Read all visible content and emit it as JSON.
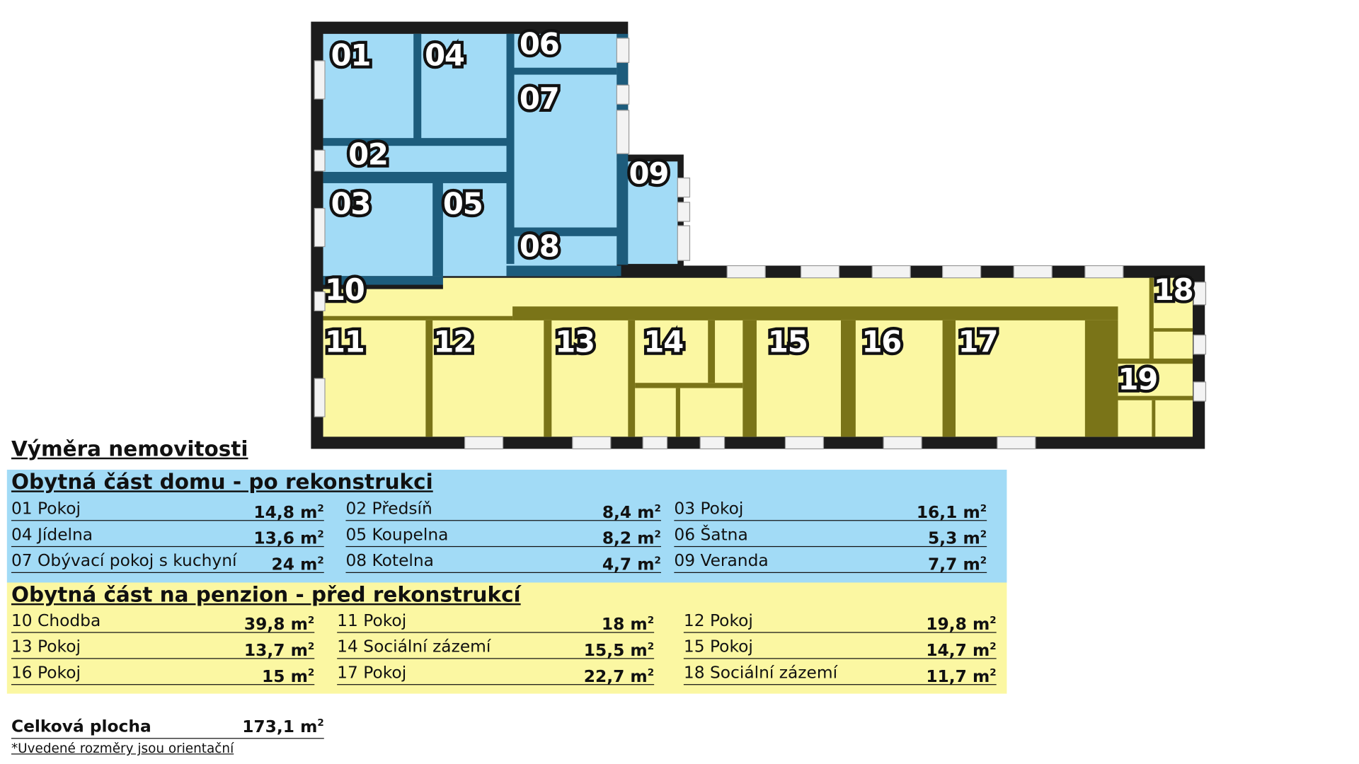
{
  "plan": {
    "colors": {
      "wall": "#1c1c1c",
      "blue": "#a2dbf6",
      "blue_wall": "#1d5c7c",
      "yellow": "#fbf7a2",
      "yellow_wall": "#7a7418",
      "frame": "#f3f3f3"
    },
    "room_labels": [
      "01",
      "02",
      "03",
      "04",
      "05",
      "06",
      "07",
      "08",
      "09",
      "10",
      "11",
      "12",
      "13",
      "14",
      "15",
      "16",
      "17",
      "18",
      "19"
    ]
  },
  "heading": "Výměra nemovitosti",
  "sections": [
    {
      "title": "Obytná část domu - po rekonstrukci",
      "rows": [
        [
          {
            "label": "01 Pokoj",
            "value": "14,8 m",
            "sup": "2"
          },
          {
            "label": "02 Předsíň",
            "value": "8,4 m",
            "sup": "2"
          },
          {
            "label": "03 Pokoj",
            "value": "16,1 m",
            "sup": "2"
          }
        ],
        [
          {
            "label": "04 Jídelna",
            "value": "13,6 m",
            "sup": "2"
          },
          {
            "label": "05 Koupelna",
            "value": "8,2 m",
            "sup": "2"
          },
          {
            "label": "06 Šatna",
            "value": "5,3 m",
            "sup": "2"
          }
        ],
        [
          {
            "label": "07 Obývací pokoj s kuchyní",
            "value": "24 m",
            "sup": "2"
          },
          {
            "label": "08 Kotelna",
            "value": "4,7 m",
            "sup": "2"
          },
          {
            "label": "09 Veranda",
            "value": "7,7 m",
            "sup": "2"
          }
        ]
      ]
    },
    {
      "title": "Obytná část na penzion - před rekonstrukcí",
      "rows": [
        [
          {
            "label": "10 Chodba",
            "value": "39,8 m",
            "sup": "2"
          },
          {
            "label": "11 Pokoj",
            "value": "18 m",
            "sup": "2"
          },
          {
            "label": "12 Pokoj",
            "value": "19,8 m",
            "sup": "2"
          }
        ],
        [
          {
            "label": "13 Pokoj",
            "value": "13,7 m",
            "sup": "2"
          },
          {
            "label": "14 Sociální zázemí",
            "value": "15,5 m",
            "sup": "2"
          },
          {
            "label": "15 Pokoj",
            "value": "14,7 m",
            "sup": "2"
          }
        ],
        [
          {
            "label": "16 Pokoj",
            "value": "15 m",
            "sup": "2"
          },
          {
            "label": "17 Pokoj",
            "value": "22,7 m",
            "sup": "2"
          },
          {
            "label": "18 Sociální zázemí",
            "value": "11,7 m",
            "sup": "2"
          }
        ]
      ]
    }
  ],
  "total": {
    "label": "Celková plocha",
    "value": "173,1 m",
    "sup": "2"
  },
  "note": "*Uvedené rozměry jsou orientační"
}
